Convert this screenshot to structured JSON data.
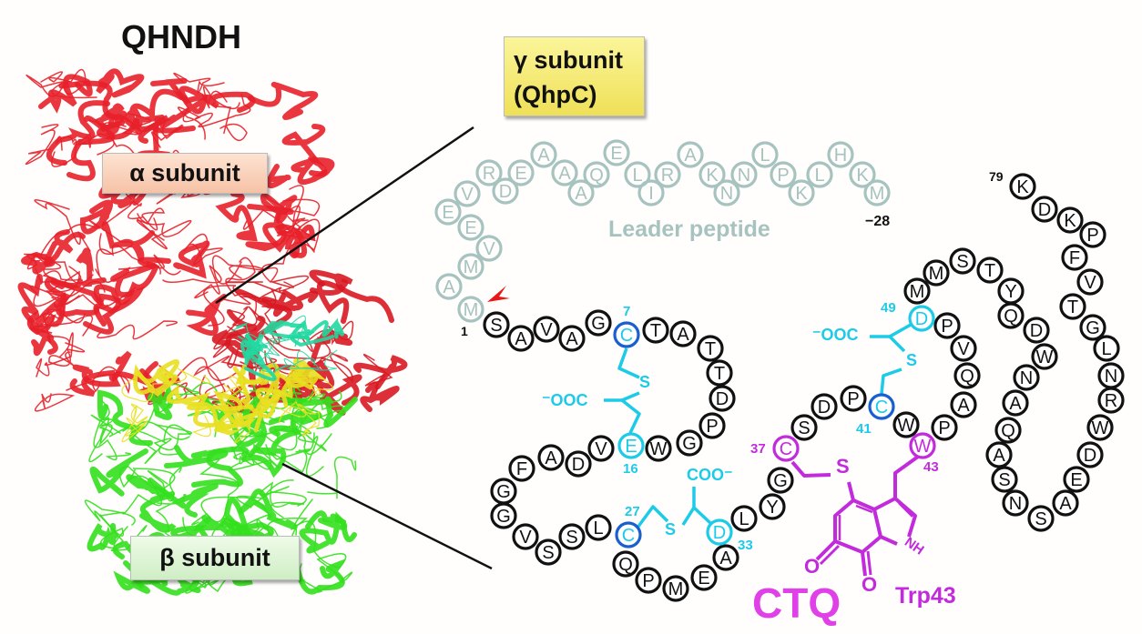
{
  "title": "QHNDH",
  "subunits": {
    "alpha": "α subunit",
    "beta": "β subunit",
    "gamma_line1": "γ subunit",
    "gamma_line2": "(QhpC)"
  },
  "leader": {
    "label": "Leader peptide",
    "end_number": "−28",
    "residues": [
      "M",
      "A",
      "M",
      "V",
      "E",
      "E",
      "V",
      "R",
      "D",
      "E",
      "A",
      "A",
      "A",
      "Q",
      "E",
      "L",
      "I",
      "R",
      "A",
      "K",
      "N",
      "N",
      "L",
      "P",
      "K",
      "L",
      "H",
      "K",
      "M"
    ]
  },
  "mature": {
    "residues": "SAVAGCTATTDPGWEVDAFGGVSSLCQPMEADLYGCSDPCWWPAQVPDMMSTYQDWNAQASNSAEDWRNLGTVFPKDK",
    "numbers": {
      "n1": "1",
      "n7": "7",
      "n16": "16",
      "n27": "27",
      "n33": "33",
      "n37": "37",
      "n41": "41",
      "n43": "43",
      "n49": "49",
      "n79": "79"
    }
  },
  "crosslinks": {
    "s": "S",
    "ooc": "⁻OOC",
    "coo": "COO⁻"
  },
  "ctq": {
    "label": "CTQ",
    "trp": "Trp43",
    "o": "O",
    "nh": "NH"
  },
  "colors": {
    "alpha": "#e8202a",
    "beta": "#33e01c",
    "cofactor": "#e8e020",
    "leader": "#a6c3bf",
    "cyan": "#1ccbe8",
    "blue": "#1a5fd0",
    "magenta": "#c22bdc",
    "ctq": "#e040e8"
  }
}
